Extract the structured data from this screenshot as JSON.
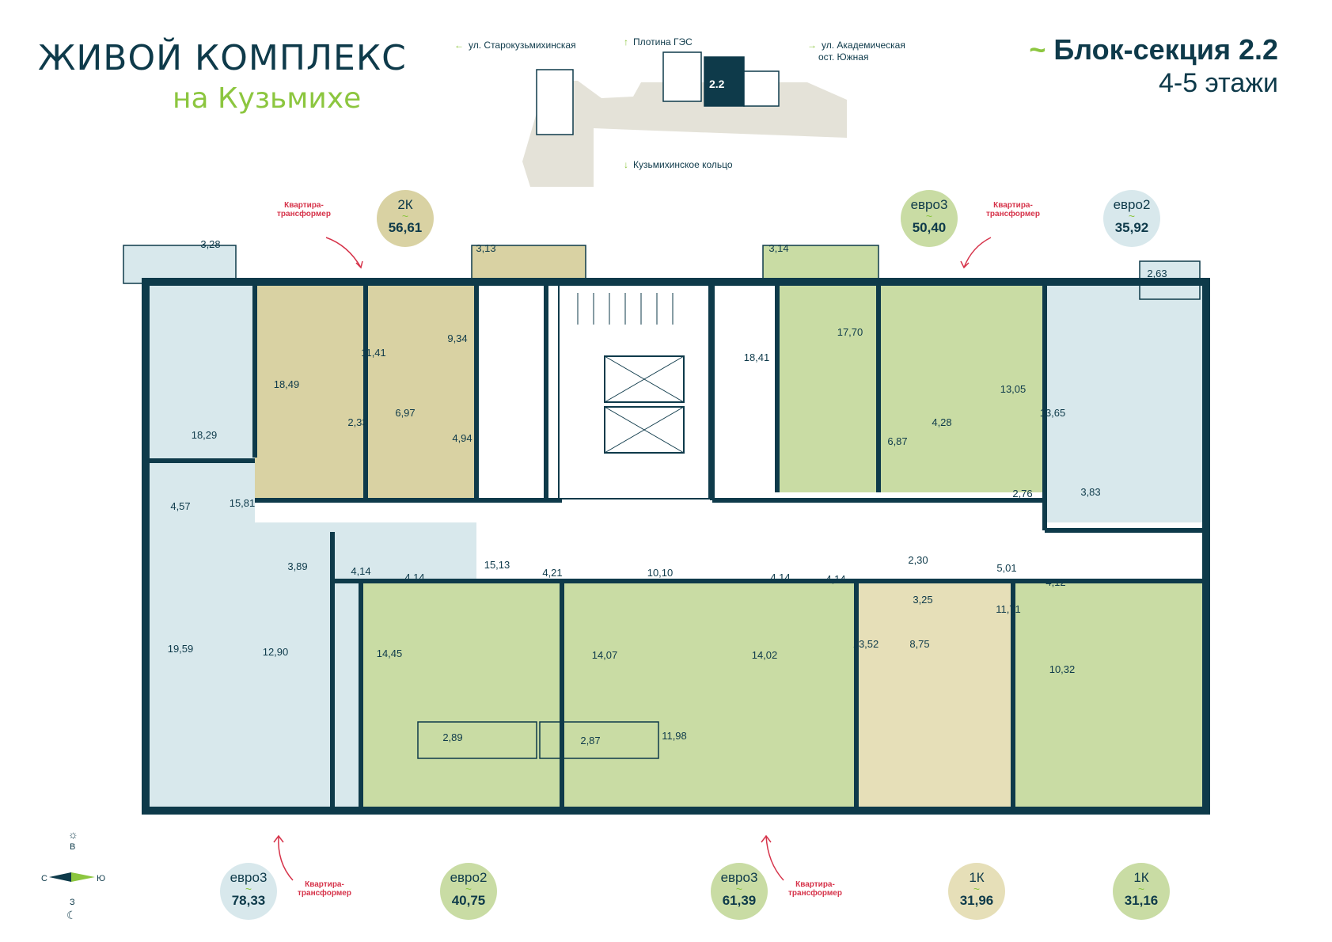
{
  "logo": {
    "line1": "ЖИВОЙ КОМПЛЕКС",
    "line2": "на Кузьмихе"
  },
  "header": {
    "section_title": "Блок-секция 2.2",
    "floors": "4-5 этажи",
    "tilde": "~"
  },
  "site_map": {
    "street_west": "ул. Старокузьмихинская",
    "street_north": "Плотина ГЭС",
    "street_east_1": "ул. Академическая",
    "street_east_2": "ост. Южная",
    "street_south": "Кузьмихинское кольцо",
    "current_block": "2.2",
    "arrow_west": "←",
    "arrow_north": "↑",
    "arrow_east": "→",
    "arrow_south": "↓"
  },
  "apartments_top": [
    {
      "type": "2К",
      "area": "56,61",
      "color": "#d9d2a3"
    },
    {
      "type": "евро3",
      "area": "50,40",
      "color": "#c9dca4"
    },
    {
      "type": "евро2",
      "area": "35,92",
      "color": "#d8e8ec"
    }
  ],
  "apartments_bottom": [
    {
      "type": "евро3",
      "area": "78,33",
      "color": "#d8e8ec"
    },
    {
      "type": "евро2",
      "area": "40,75",
      "color": "#c9dca4"
    },
    {
      "type": "евро3",
      "area": "61,39",
      "color": "#c9dca4"
    },
    {
      "type": "1К",
      "area": "31,96",
      "color": "#e6dfb8"
    },
    {
      "type": "1К",
      "area": "31,16",
      "color": "#c9dca4"
    }
  ],
  "transformer_note": {
    "line1": "Квартира-",
    "line2": "трансформер"
  },
  "tilde_sign": "~",
  "room_areas": [
    "3,28",
    "3,13",
    "3,14",
    "2,63",
    "18,29",
    "18,49",
    "11,41",
    "9,34",
    "6,97",
    "2,33",
    "4,94",
    "18,41",
    "17,70",
    "6,87",
    "4,28",
    "13,05",
    "13,65",
    "2,76",
    "3,83",
    "4,57",
    "15,81",
    "3,89",
    "4,14",
    "4,14",
    "15,13",
    "4,21",
    "10,10",
    "4,14",
    "4,14",
    "2,30",
    "3,25",
    "5,01",
    "4,12",
    "19,59",
    "12,90",
    "14,45",
    "14,07",
    "14,02",
    "13,52",
    "8,75",
    "11,71",
    "10,32",
    "2,89",
    "2,87",
    "11,98"
  ],
  "compass": {
    "east": "В",
    "south": "Ю",
    "west": "З",
    "north": "С"
  },
  "colors": {
    "dark": "#0e3a4a",
    "green": "#8cc63f",
    "blue": "#d8e8ec",
    "olive": "#d9d2a3",
    "lightgreen": "#c9dca4",
    "red": "#d6334a"
  }
}
